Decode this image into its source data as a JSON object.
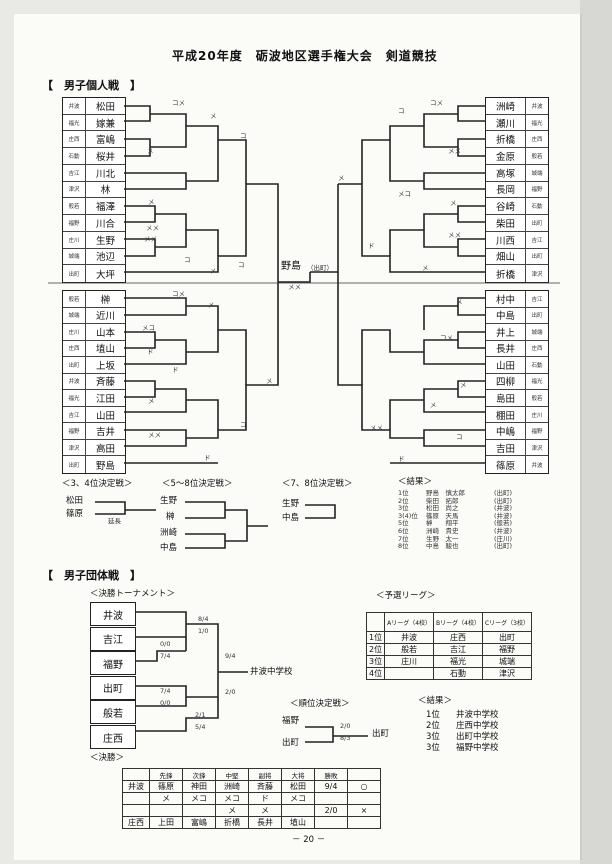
{
  "title": "平成20年度　砺波地区選手権大会　剣道競技",
  "sections": {
    "individual": "【　男子個人戦　】",
    "team": "【　男子団体戦　】"
  },
  "left_top": [
    {
      "school": "井波",
      "name": "松田"
    },
    {
      "school": "福光",
      "name": "嫁兼"
    },
    {
      "school": "庄西",
      "name": "富嶋"
    },
    {
      "school": "石動",
      "name": "桜井"
    },
    {
      "school": "吉江",
      "name": "川北"
    },
    {
      "school": "津沢",
      "name": "林"
    },
    {
      "school": "般若",
      "name": "福澤"
    },
    {
      "school": "福野",
      "name": "川合"
    },
    {
      "school": "庄川",
      "name": "生野"
    },
    {
      "school": "城端",
      "name": "池辺"
    },
    {
      "school": "出町",
      "name": "大坪"
    }
  ],
  "left_bottom": [
    {
      "school": "般若",
      "name": "榊"
    },
    {
      "school": "城端",
      "name": "近川"
    },
    {
      "school": "庄川",
      "name": "山本"
    },
    {
      "school": "庄西",
      "name": "埴山"
    },
    {
      "school": "出町",
      "name": "上坂"
    },
    {
      "school": "井波",
      "name": "斉藤"
    },
    {
      "school": "福光",
      "name": "江田"
    },
    {
      "school": "吉江",
      "name": "山田"
    },
    {
      "school": "福野",
      "name": "吉井"
    },
    {
      "school": "津沢",
      "name": "高田"
    },
    {
      "school": "出町",
      "name": "野島"
    }
  ],
  "right_top": [
    {
      "name": "洲崎",
      "school": "井波"
    },
    {
      "name": "瀬川",
      "school": "福光"
    },
    {
      "name": "折橋",
      "school": "庄西"
    },
    {
      "name": "金原",
      "school": "般若"
    },
    {
      "name": "高塚",
      "school": "城端"
    },
    {
      "name": "長岡",
      "school": "福野"
    },
    {
      "name": "谷崎",
      "school": "石動"
    },
    {
      "name": "柴田",
      "school": "出町"
    },
    {
      "name": "川西",
      "school": "吉江"
    },
    {
      "name": "畑山",
      "school": "出町"
    },
    {
      "name": "折橋",
      "school": "津沢"
    }
  ],
  "right_bottom": [
    {
      "name": "村中",
      "school": "吉江"
    },
    {
      "name": "中島",
      "school": "出町"
    },
    {
      "name": "井上",
      "school": "城端"
    },
    {
      "name": "長井",
      "school": "庄西"
    },
    {
      "name": "山田",
      "school": "石動"
    },
    {
      "name": "四柳",
      "school": "福光"
    },
    {
      "name": "島田",
      "school": "般若"
    },
    {
      "name": "棚田",
      "school": "庄川"
    },
    {
      "name": "中嶋",
      "school": "福野"
    },
    {
      "name": "吉田",
      "school": "津沢"
    },
    {
      "name": "篠原",
      "school": "井波"
    }
  ],
  "champion": {
    "name": "野島",
    "school": "（出町）"
  },
  "marks": {
    "men": "メ",
    "kote": "コ",
    "do": "ド",
    "mm": "メメ",
    "mk": "メコ",
    "kk": "コメ"
  },
  "third_place": {
    "label": "＜3、4位決定戦＞",
    "a": "松田",
    "b": "篠原",
    "note": "延長"
  },
  "fifth_place": {
    "label": "＜5～8位決定戦＞",
    "players": [
      "生野",
      "榊",
      "洲崎",
      "中島"
    ]
  },
  "seventh_place": {
    "label": "＜7、8位決定戦＞",
    "players": [
      "生野",
      "中島"
    ]
  },
  "results_individual": {
    "label": "＜結果＞",
    "rows": [
      {
        "rank": "1位",
        "name": "野島　慎太郎",
        "school": "(出町)"
      },
      {
        "rank": "2位",
        "name": "柴田　拓郎",
        "school": "(出町)"
      },
      {
        "rank": "3位",
        "name": "松田　尚之",
        "school": "(井波)"
      },
      {
        "rank": "3(4)位",
        "name": "篠原　天馬",
        "school": "(井波)"
      },
      {
        "rank": "5位",
        "name": "榊　　翔平",
        "school": "(般若)"
      },
      {
        "rank": "6位",
        "name": "洲崎　貴史",
        "school": "(井波)"
      },
      {
        "rank": "7位",
        "name": "生野　太一",
        "school": "(庄川)"
      },
      {
        "rank": "8位",
        "name": "中島　駿也",
        "school": "(出町)"
      }
    ]
  },
  "team": {
    "tournament_label": "＜決勝トーナメント＞",
    "teams": [
      "井波",
      "吉江",
      "福野",
      "出町",
      "般若",
      "庄西"
    ],
    "scores": {
      "s1a": "8/4",
      "s1b": "1/0",
      "s2a": "0/0",
      "s2b": "7/4",
      "final_top": "9/4",
      "final_bot": "2/0",
      "s3a": "7/4",
      "s3b": "0/0",
      "s4a": "2/1",
      "s4b": "5/4"
    },
    "winner": "井波中学校",
    "league_label": "＜予選リーグ＞",
    "league_headers": [
      "",
      "Aリーグ（4校）",
      "Bリーグ（4校）",
      "Cリーグ（3校）"
    ],
    "league_rows": [
      [
        "1位",
        "井波",
        "庄西",
        "出町"
      ],
      [
        "2位",
        "般若",
        "吉江",
        "福野"
      ],
      [
        "3位",
        "庄川",
        "福光",
        "城端"
      ],
      [
        "4位",
        "",
        "石動",
        "津沢"
      ]
    ],
    "rank_label": "＜順位決定戦＞",
    "rank_a": "福野",
    "rank_b": "出町",
    "rank_score_a": "2/0",
    "rank_score_b": "8/3",
    "rank_winner": "出町",
    "results_label": "＜結果＞",
    "results": [
      {
        "rank": "1位",
        "school": "井波中学校"
      },
      {
        "rank": "2位",
        "school": "庄西中学校"
      },
      {
        "rank": "3位",
        "school": "出町中学校"
      },
      {
        "rank": "3位",
        "school": "福野中学校"
      }
    ],
    "final_label": "＜決勝＞",
    "final_headers": [
      "",
      "先鋒",
      "次鋒",
      "中堅",
      "副将",
      "大将",
      "勝敗",
      ""
    ],
    "final_rows": [
      [
        "井波",
        "篠原",
        "神田",
        "洲崎",
        "斉藤",
        "松田",
        "9/4",
        "○"
      ],
      [
        "",
        "メ",
        "メコ",
        "メコ",
        "ド",
        "メコ",
        "",
        ""
      ],
      [
        "",
        "",
        "",
        "メ",
        "メ",
        "",
        "2/0",
        "×"
      ],
      [
        "庄西",
        "上田",
        "富嶋",
        "折橋",
        "長井",
        "埴山",
        "",
        ""
      ]
    ]
  },
  "page_number": "－ 20 －"
}
